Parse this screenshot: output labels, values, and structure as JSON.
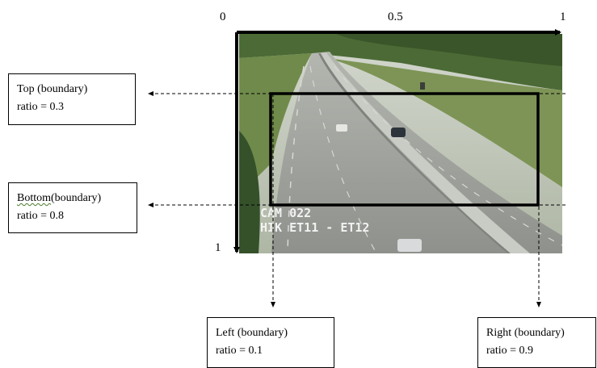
{
  "axis": {
    "x_ticks": [
      "0",
      "0.5",
      "1"
    ],
    "y_ticks": [
      "1"
    ]
  },
  "camera": {
    "line1": "CAM 022",
    "line2": "HIK ET11 - ET12"
  },
  "boundaries": {
    "top": {
      "label": "Top (boundary)",
      "ratio_text": "ratio = 0.3",
      "ratio": 0.3
    },
    "bottom": {
      "label_word": "Bottom",
      "label_rest": "(boundary)",
      "ratio_text": "ratio = 0.8",
      "ratio": 0.8
    },
    "left": {
      "label": "Left (boundary)",
      "ratio_text": "ratio = 0.1",
      "ratio": 0.1
    },
    "right": {
      "label": "Right (boundary)",
      "ratio_text": "ratio = 0.9",
      "ratio": 0.9
    }
  },
  "colors": {
    "frame": "#000000",
    "sky": "#c9cfc4",
    "forest": "#3d5a2c",
    "grass": "#6f8a4a",
    "road": "#9a9d98",
    "barrier": "#c4c6c0",
    "osd_text": "#f2f2f2"
  }
}
